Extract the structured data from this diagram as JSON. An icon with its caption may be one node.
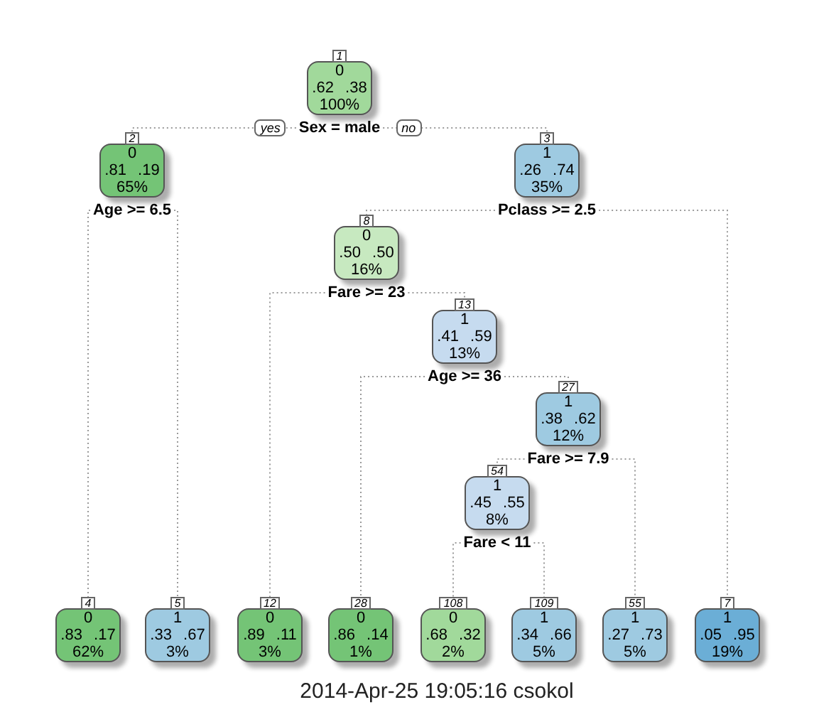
{
  "diagram": {
    "caption": "2014-Apr-25 19:05:16 csokol",
    "nodes": [
      {
        "text": [
          "0",
          ".62 .38",
          "100%"
        ],
        "beside": [
          "1",
          "Sex = male"
        ]
      },
      {
        "text": [
          "0",
          ".81 .19",
          "65%"
        ],
        "beside": [
          "2",
          "Age >= 6.5"
        ]
      },
      {
        "text": [
          "1",
          ".26 .74",
          "35%"
        ],
        "beside": [
          "3",
          "Pclass >= 2.5"
        ]
      },
      {
        "text": [
          "0",
          ".50 .50",
          "16%"
        ],
        "beside": [
          "8",
          "Fare >= 23"
        ]
      },
      {
        "text": [
          "1",
          ".41 .59",
          "13%"
        ],
        "beside": [
          "13",
          "Age >= 36"
        ]
      },
      {
        "text": [
          "1",
          ".38 .62",
          "12%"
        ],
        "beside": [
          "27",
          "Fare >= 7.9"
        ]
      },
      {
        "text": [
          "1",
          ".45 .55",
          "8%"
        ],
        "beside": [
          "54",
          "Fare < 11"
        ]
      },
      {
        "text": [
          "0",
          ".83 .17",
          "62%"
        ],
        "beside": [
          "4"
        ]
      },
      {
        "text": [
          "1",
          ".33 .67",
          "3%"
        ],
        "beside": [
          "5"
        ]
      },
      {
        "text": [
          "0",
          ".89 .11",
          "3%"
        ],
        "beside": [
          "12"
        ]
      },
      {
        "text": [
          "0",
          ".86 .14",
          "1%"
        ],
        "beside": [
          "28"
        ]
      },
      {
        "text": [
          "0",
          ".68 .32",
          "2%"
        ],
        "beside": [
          "108"
        ]
      },
      {
        "text": [
          "1",
          ".34 .66",
          "5%"
        ],
        "beside": [
          "109"
        ]
      },
      {
        "text": [
          "1",
          ".27 .73",
          "5%"
        ],
        "beside": [
          "55"
        ]
      },
      {
        "text": [
          "1",
          ".05 .95",
          "19%"
        ],
        "beside": [
          "7"
        ]
      }
    ],
    "edges": [
      {
        "from": 0,
        "to": 1,
        "arrow": "none",
        "label": "yes"
      },
      {
        "from": 0,
        "to": 2,
        "arrow": "none",
        "label": "no"
      },
      {
        "from": 1,
        "to": 7,
        "arrow": "none"
      },
      {
        "from": 1,
        "to": 8,
        "arrow": "none"
      },
      {
        "from": 2,
        "to": 3,
        "arrow": "none"
      },
      {
        "from": 2,
        "to": 14,
        "arrow": "none"
      },
      {
        "from": 3,
        "to": 9,
        "arrow": "none"
      },
      {
        "from": 3,
        "to": 4,
        "arrow": "none"
      },
      {
        "from": 4,
        "to": 10,
        "arrow": "none"
      },
      {
        "from": 4,
        "to": 5,
        "arrow": "none"
      },
      {
        "from": 5,
        "to": 6,
        "arrow": "none"
      },
      {
        "from": 5,
        "to": 13,
        "arrow": "none"
      },
      {
        "from": 6,
        "to": 11,
        "arrow": "none"
      },
      {
        "from": 6,
        "to": 12,
        "arrow": "none"
      }
    ]
  }
}
